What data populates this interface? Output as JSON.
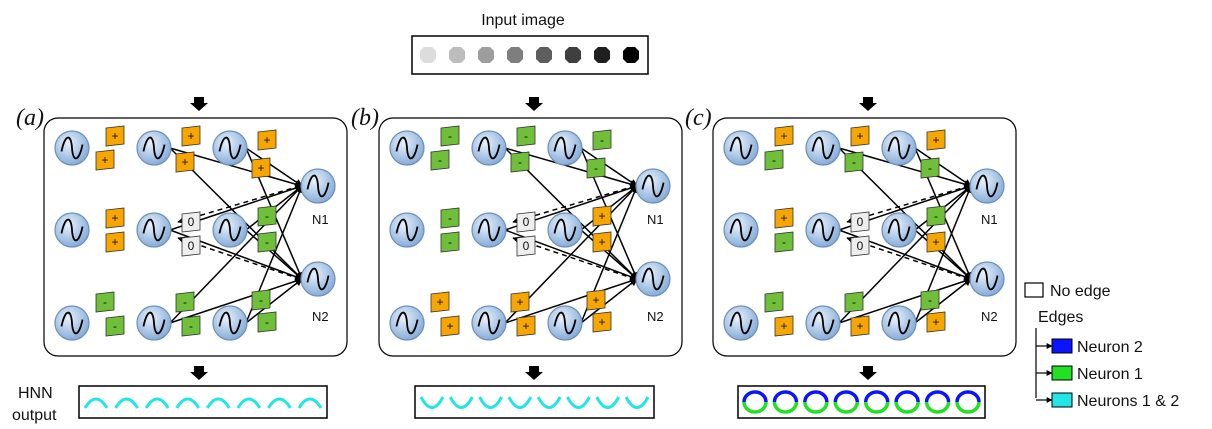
{
  "input": {
    "title": "Input image",
    "dots": 8
  },
  "panels": [
    {
      "tag": "(a)",
      "output_style": "arc-up"
    },
    {
      "tag": "(b)",
      "output_style": "arc-down"
    },
    {
      "tag": "(c)",
      "output_style": "rings"
    }
  ],
  "neurons": {
    "n1": "N1",
    "n2": "N2"
  },
  "weights": {
    "plus": "+",
    "minus": "-",
    "zero": "0"
  },
  "output_label": {
    "line1": "HNN",
    "line2": "output"
  },
  "legend": {
    "no_edge": "No edge",
    "edges_title": "Edges",
    "items": [
      {
        "label": "Neuron 2",
        "color": "#0a14ff"
      },
      {
        "label": "Neuron 1",
        "color": "#22e022"
      },
      {
        "label": "Neurons 1 & 2",
        "color": "#22e6e6"
      }
    ]
  },
  "colors": {
    "plus_box": "#f7a600",
    "minus_box": "#6fbf3a",
    "zero_box": "#eeeeee",
    "neuron_fill": "#a9c9ec",
    "output_cyan": "#22e6e6",
    "output_blue": "#0a14ff",
    "output_green": "#22e022"
  }
}
